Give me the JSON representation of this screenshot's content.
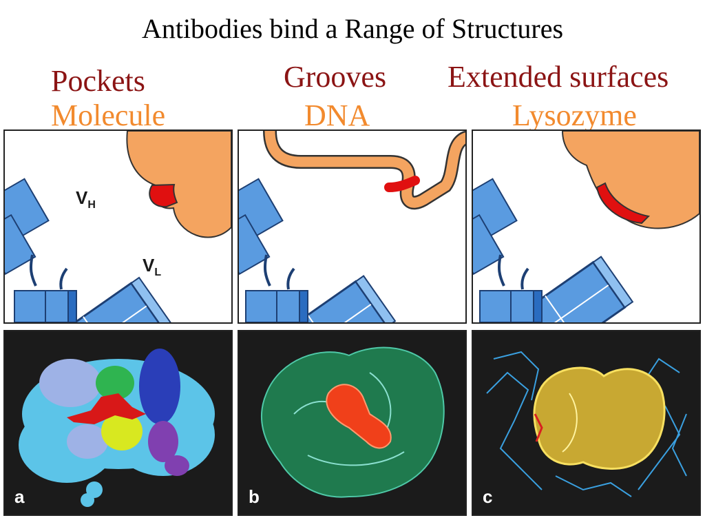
{
  "title": "Antibodies bind a Range of Structures",
  "columns": [
    {
      "category": "Pockets",
      "example": "Molecule",
      "panel_label": "a"
    },
    {
      "category": "Grooves",
      "example": "DNA",
      "panel_label": "b"
    },
    {
      "category": "Extended surfaces",
      "example": "Lysozyme",
      "panel_label": "c"
    }
  ],
  "diagram_labels": {
    "vh_main": "V",
    "vh_sub": "H",
    "vl_main": "V",
    "vl_sub": "L"
  },
  "colors": {
    "category": "#8b1414",
    "example": "#f28a2e",
    "antigen": "#f4a460",
    "contact": "#e01010",
    "domain": "#5a9be0"
  }
}
